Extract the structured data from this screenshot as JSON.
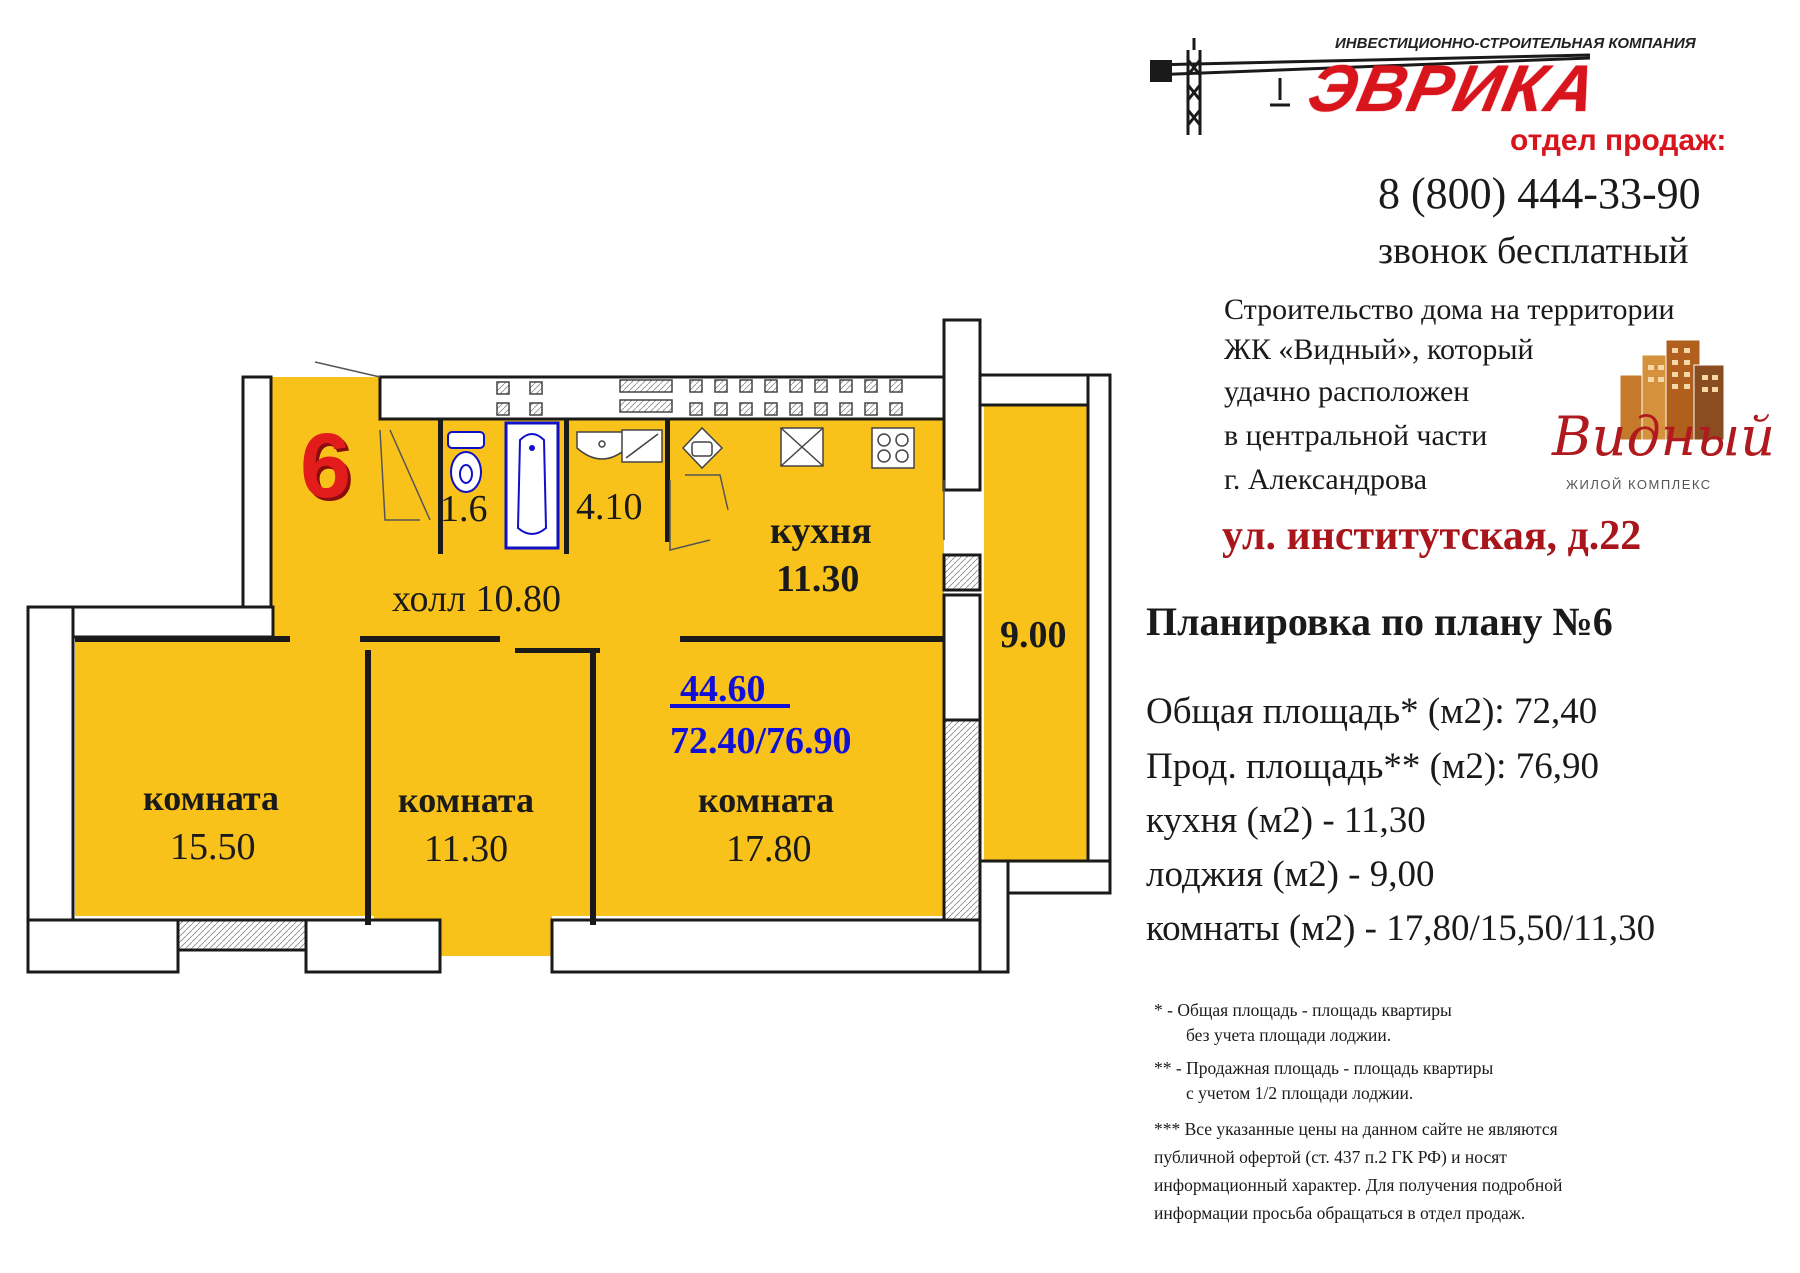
{
  "brand": {
    "tagline": "ИНВЕСТИЦИОННО-СТРОИТЕЛЬНАЯ КОМПАНИЯ",
    "name": "ЭВРИКА",
    "color": "#d8141c"
  },
  "contact": {
    "sales_label": "отдел продаж:",
    "phone": "8 (800) 444-33-90",
    "phone_note": "звонок бесплатный"
  },
  "description": [
    "Строительство дома на территории",
    "ЖК «Видный», который",
    "удачно расположен",
    "в центральной части",
    "г. Александрова"
  ],
  "complex_logo": {
    "name": "Видный",
    "subtitle": "ЖИЛОЙ КОМПЛЕКС"
  },
  "address": "ул. институтская, д.22",
  "plan_title": "Планировка по плану №6",
  "specs": [
    "Общая площадь*  (м2): 72,40",
    "Прод. площадь**  (м2): 76,90",
    "кухня (м2) - 11,30",
    "лоджия (м2) - 9,00",
    "комнаты (м2) - 17,80/15,50/11,30"
  ],
  "notes": {
    "n1a": "*   - Общая площадь - площадь квартиры",
    "n1b": "без учета площади лоджии.",
    "n2a": "** - Продажная площадь - площадь квартиры",
    "n2b": "с учетом 1/2 площади лоджии.",
    "n3": [
      "*** Все указанные цены на данном сайте не являются",
      "публичной офертой  (ст. 437 п.2 ГК РФ) и носят",
      "информационный характер.  Для получения подробной",
      "информации просьба обращаться в отдел продаж."
    ]
  },
  "floor_plan": {
    "apartment_number": "6",
    "fill_color": "#f9c21b",
    "wall_color": "#1a1a1a",
    "number_color": "#e21b1b",
    "total_color": "#1010d8",
    "rooms": {
      "toilet": "1.6",
      "bathroom": "4.10",
      "hall_name": "холл",
      "hall_area": "10.80",
      "kitchen_name": "кухня",
      "kitchen_area": "11.30",
      "loggia_area": "9.00",
      "living_area": "44.60",
      "total_area": "72.40/76.90",
      "room1_name": "комната",
      "room1_area": "15.50",
      "room2_name": "комната",
      "room2_area": "11.30",
      "room3_name": "комната",
      "room3_area": "17.80"
    }
  }
}
